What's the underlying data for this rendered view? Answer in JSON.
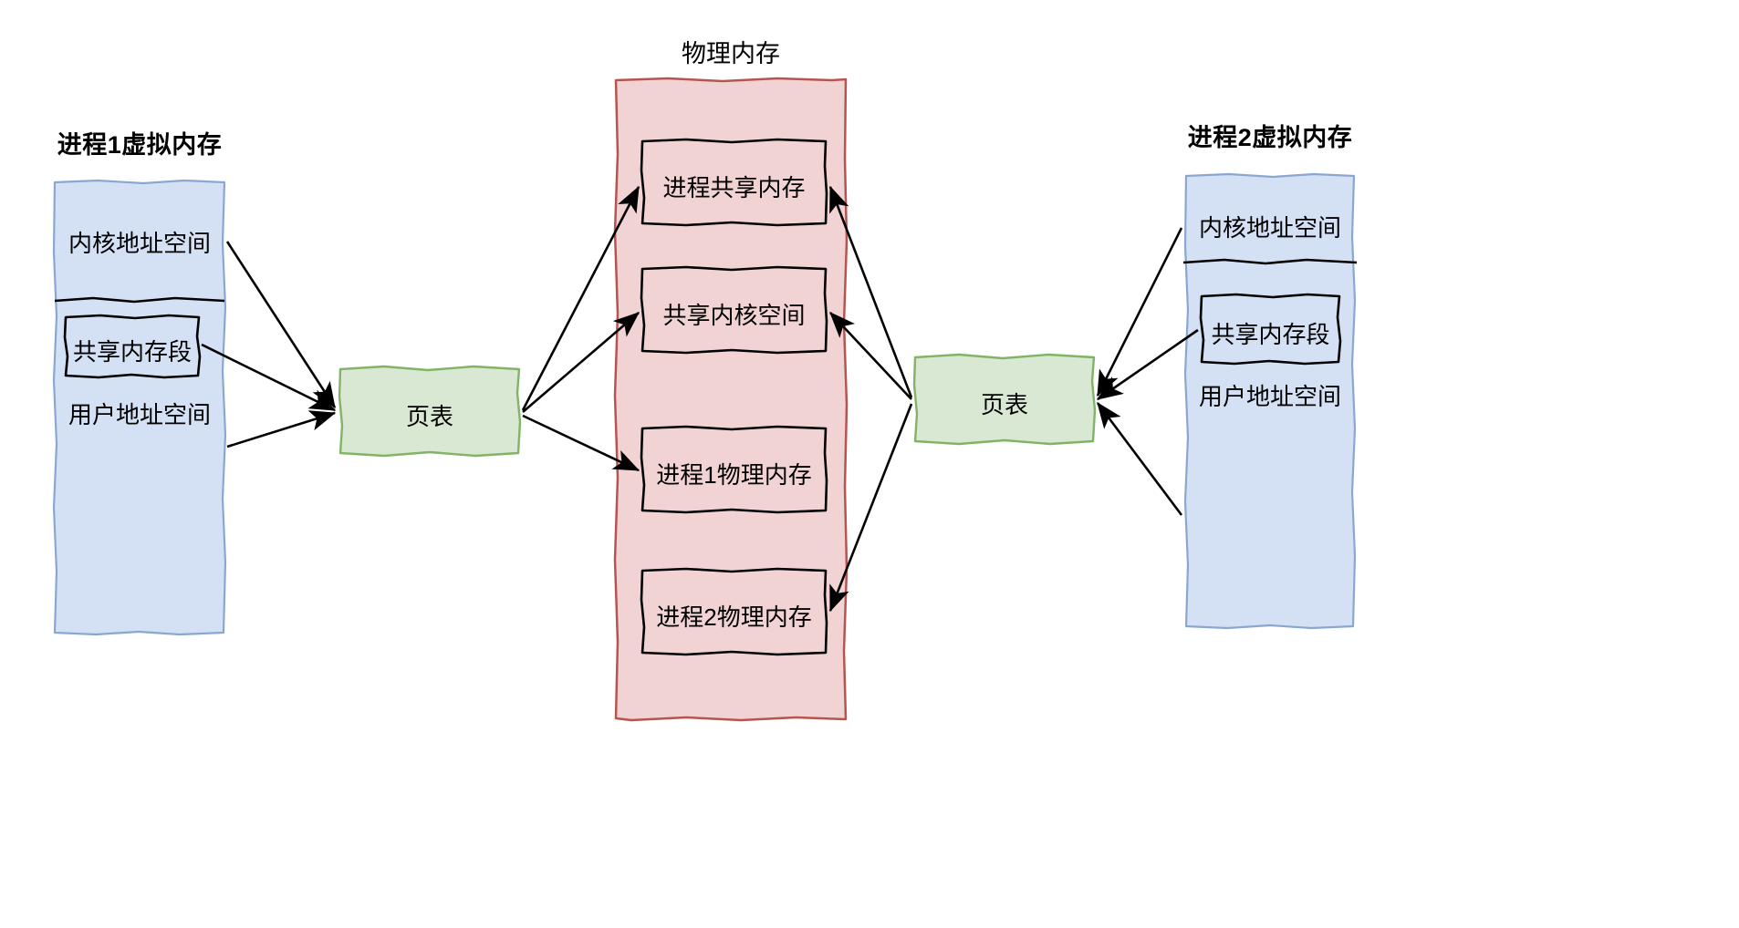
{
  "diagram": {
    "type": "architecture-diagram",
    "subject": "Shared memory between two processes via page tables",
    "background_color": "#ffffff"
  },
  "colors": {
    "virtual_memory_fill": "#d4e1f5",
    "virtual_memory_stroke": "#8ba7d0",
    "physical_memory_fill": "#f2d3d3",
    "physical_memory_stroke": "#b85450",
    "page_table_fill": "#d9e8d2",
    "page_table_stroke": "#82b366",
    "inner_box_stroke": "#000000",
    "arrow_color": "#000000",
    "text_color": "#000000"
  },
  "process1": {
    "title": "进程1虚拟内存",
    "kernel_space_label": "内核地址空间",
    "shared_segment_label": "共享内存段",
    "user_space_label": "用户地址空间"
  },
  "process2": {
    "title": "进程2虚拟内存",
    "kernel_space_label": "内核地址空间",
    "shared_segment_label": "共享内存段",
    "user_space_label": "用户地址空间"
  },
  "page_table_left": {
    "label": "页表"
  },
  "page_table_right": {
    "label": "页表"
  },
  "physical_memory": {
    "title": "物理内存",
    "blocks": [
      {
        "label": "进程共享内存"
      },
      {
        "label": "共享内核空间"
      },
      {
        "label": "进程1物理内存"
      },
      {
        "label": "进程2物理内存"
      }
    ]
  },
  "connections": [
    {
      "from": "进程1虚拟内存/内核地址空间",
      "to": "页表",
      "direction": "to"
    },
    {
      "from": "进程1虚拟内存/共享内存段",
      "to": "页表",
      "direction": "to"
    },
    {
      "from": "进程1虚拟内存/用户地址空间",
      "to": "页表",
      "direction": "to"
    },
    {
      "from": "页表",
      "to": "物理内存/进程共享内存",
      "direction": "to"
    },
    {
      "from": "页表",
      "to": "物理内存/共享内核空间",
      "direction": "to"
    },
    {
      "from": "页表",
      "to": "物理内存/进程1物理内存",
      "direction": "to"
    },
    {
      "from": "进程2虚拟内存/内核地址空间",
      "to": "页表",
      "direction": "to"
    },
    {
      "from": "进程2虚拟内存/共享内存段",
      "to": "页表",
      "direction": "to"
    },
    {
      "from": "进程2虚拟内存/用户地址空间",
      "to": "页表",
      "direction": "to"
    },
    {
      "from": "页表",
      "to": "物理内存/进程共享内存",
      "direction": "to"
    },
    {
      "from": "页表",
      "to": "物理内存/共享内核空间",
      "direction": "to"
    },
    {
      "from": "页表",
      "to": "物理内存/进程2物理内存",
      "direction": "to"
    }
  ]
}
